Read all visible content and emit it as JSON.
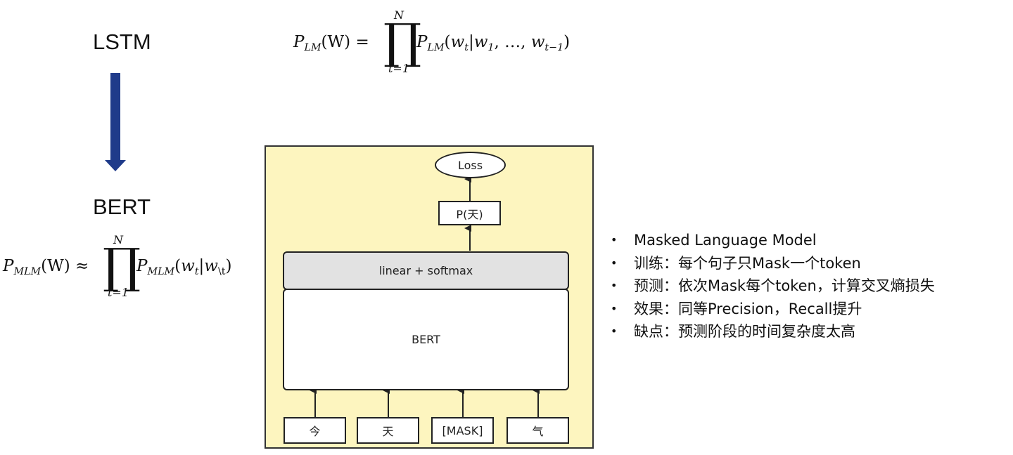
{
  "labels": {
    "lstm": "LSTM",
    "bert": "BERT"
  },
  "formula_lm": {
    "lhs_sym": "P",
    "lhs_sub": "LM",
    "lhs_arg": "(W) =",
    "upper": "N",
    "lower": "t=1",
    "rhs_sym": "P",
    "rhs_sub": "LM",
    "rhs_arg": "(w",
    "rhs_t": "t",
    "rhs_mid": "|w",
    "rhs_1": "1",
    "rhs_dots": ", …, w",
    "rhs_tm1": "t−1",
    "rhs_end": ")"
  },
  "formula_mlm": {
    "lhs_sym": "P",
    "lhs_sub": "MLM",
    "lhs_arg": "(W) ≈",
    "upper": "N",
    "lower": "t=1",
    "rhs_sym": "P",
    "rhs_sub": "MLM",
    "rhs_arg": "(w",
    "rhs_t": "t",
    "rhs_mid": "|w",
    "rhs_excl": "\\t",
    "rhs_end": ")"
  },
  "diagram": {
    "loss": "Loss",
    "prob": "P(天)",
    "head": "linear + softmax",
    "model": "BERT",
    "tokens": [
      "今",
      "天",
      "[MASK]",
      "气"
    ]
  },
  "bullets": [
    "Masked Language Model",
    "训练：每个句子只Mask一个token",
    "预测：依次Mask每个token，计算交叉熵损失",
    "效果：同等Precision，Recall提升",
    "缺点：预测阶段的时间复杂度太高"
  ],
  "colors": {
    "arrow": "#1f3b8a",
    "panel": "#fdf5bf",
    "head_box": "#e2e2e2"
  }
}
